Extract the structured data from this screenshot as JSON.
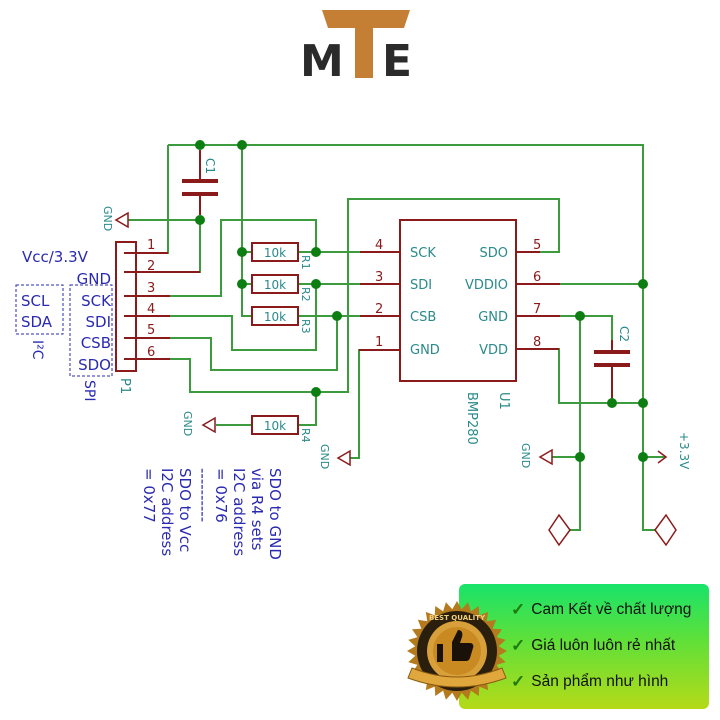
{
  "logo": {
    "letters": [
      "M",
      "T",
      "E"
    ],
    "colors": {
      "dark": "#2b2b2b",
      "accent": "#c47f35"
    }
  },
  "colors": {
    "wire": "#3c9b3c",
    "junction": "#0d7f12",
    "component": "#8b1a1a",
    "ref_text": "#2a8a8a",
    "note_text": "#2a2ab0",
    "pin_text": "#8b1a1a"
  },
  "connector": {
    "ref": "P1",
    "pins": [
      "1",
      "2",
      "3",
      "4",
      "5",
      "6"
    ],
    "labels_power": [
      "Vcc/3.3V",
      "GND"
    ],
    "spi_labels": [
      "SCK",
      "SDI",
      "CSB",
      "SDO"
    ],
    "i2c_labels": [
      "SCL",
      "SDA"
    ],
    "i2c_group": "I²C",
    "spi_group": "SPI"
  },
  "chip": {
    "ref": "U1",
    "part": "BMP280",
    "left_pins": [
      {
        "num": "4",
        "name": "SCK"
      },
      {
        "num": "3",
        "name": "SDI"
      },
      {
        "num": "2",
        "name": "CSB"
      },
      {
        "num": "1",
        "name": "GND"
      }
    ],
    "right_pins": [
      {
        "num": "5",
        "name": "SDO"
      },
      {
        "num": "6",
        "name": "VDDIO"
      },
      {
        "num": "7",
        "name": "GND"
      },
      {
        "num": "8",
        "name": "VDD"
      }
    ]
  },
  "resistors": [
    {
      "ref": "R1",
      "value": "10k"
    },
    {
      "ref": "R2",
      "value": "10k"
    },
    {
      "ref": "R3",
      "value": "10k"
    },
    {
      "ref": "R4",
      "value": "10k"
    }
  ],
  "capacitors": [
    {
      "ref": "C1"
    },
    {
      "ref": "C2"
    }
  ],
  "power": {
    "gnd": "GND",
    "vcc": "+3.3V"
  },
  "notes": {
    "lines": [
      "SDO to GND",
      "via R4 sets",
      "I2C address",
      "= 0x76",
      "----------",
      "SDO to Vcc",
      "I2C address",
      "= 0x77"
    ]
  },
  "banner": {
    "badge_text": "BEST QUALITY",
    "items": [
      "Cam Kết về chất lượng",
      "Giá luôn luôn rẻ nhất",
      "Sản phẩm như hình"
    ]
  }
}
